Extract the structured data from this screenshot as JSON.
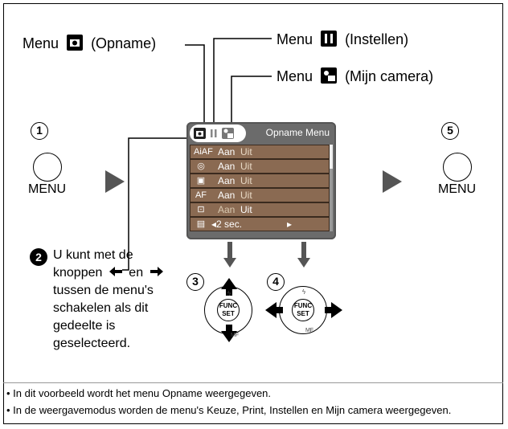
{
  "labels": {
    "menu_opname": "Menu",
    "menu_opname_suffix": "(Opname)",
    "menu_instellen": "Menu",
    "menu_instellen_suffix": "(Instellen)",
    "menu_mijn": "Menu",
    "menu_mijn_suffix": "(Mijn camera)"
  },
  "steps": {
    "s1": "1",
    "s2": "2",
    "s3": "3",
    "s4": "4",
    "s5": "5"
  },
  "menu_button_text": "MENU",
  "step2_text": {
    "l1": "U kunt met de",
    "l2_a": "knoppen",
    "l2_b": "en",
    "l3": "tussen de menu's",
    "l4": "schakelen als dit",
    "l5": "gedeelte is",
    "l6": "geselecteerd."
  },
  "lcd": {
    "title": "Opname Menu",
    "rows": [
      {
        "icon": "AiAF",
        "on": "Aan",
        "off": "Uit"
      },
      {
        "icon": "◎",
        "on": "Aan",
        "off": "Uit"
      },
      {
        "icon": "▣",
        "on": "Aan",
        "off": "Uit"
      },
      {
        "icon": "AF",
        "on": "Aan",
        "off": "Uit"
      },
      {
        "icon": "⊡",
        "on": "Aan",
        "off": "Uit"
      },
      {
        "icon": "▤",
        "on": "◂2 sec.",
        "off": "▸"
      }
    ]
  },
  "func": {
    "line1": "FUNC",
    "line2": "SET",
    "flash": "ϟ",
    "mf": "MF"
  },
  "footnotes": {
    "n1": "• In dit voorbeeld wordt het menu Opname weergegeven.",
    "n2": "• In de weergavemodus worden de menu's Keuze, Print, Instellen en Mijn camera weergegeven."
  }
}
